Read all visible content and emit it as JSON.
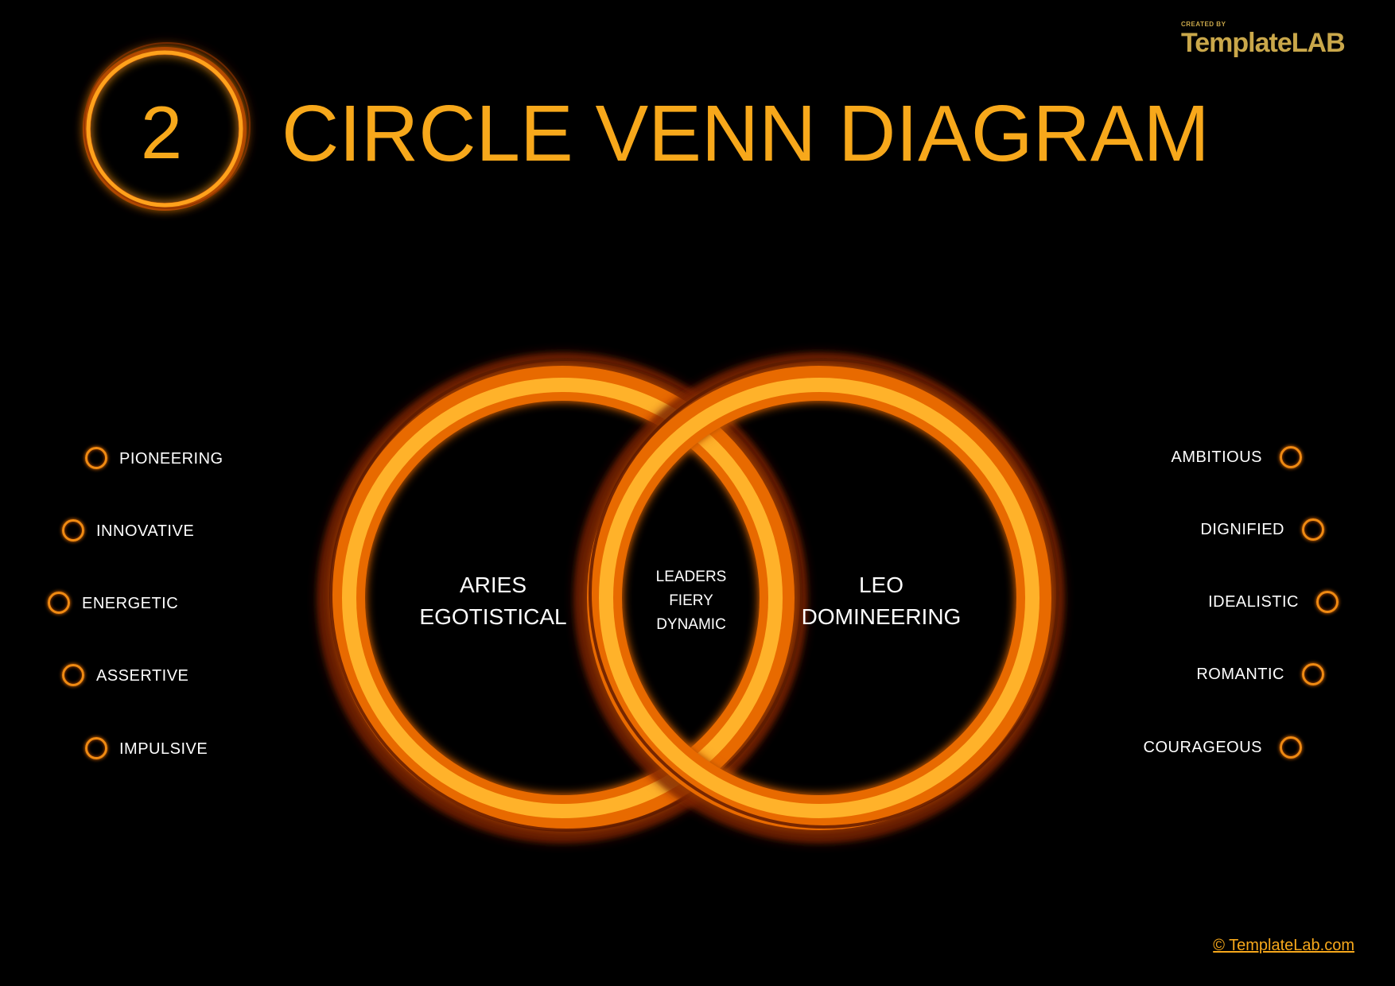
{
  "header": {
    "number": "2",
    "title": "CIRCLE VENN DIAGRAM"
  },
  "logo": {
    "created_by": "CREATED BY",
    "name": "TemplateLAB"
  },
  "venn": {
    "left": {
      "line1": "ARIES",
      "line2": "EGOTISTICAL"
    },
    "center": {
      "line1": "LEADERS",
      "line2": "FIERY",
      "line3": "DYNAMIC"
    },
    "right": {
      "line1": "LEO",
      "line2": "DOMINEERING"
    }
  },
  "left_list": [
    "PIONEERING",
    "INNOVATIVE",
    "ENERGETIC",
    "ASSERTIVE",
    "IMPULSIVE"
  ],
  "right_list": [
    "AMBITIOUS",
    "DIGNIFIED",
    "IDEALISTIC",
    "ROMANTIC",
    "COURAGEOUS"
  ],
  "footer": {
    "link": "© TemplateLab.com"
  },
  "colors": {
    "accent": "#f7a81b",
    "ring": "#f08a12",
    "background": "#000000"
  }
}
